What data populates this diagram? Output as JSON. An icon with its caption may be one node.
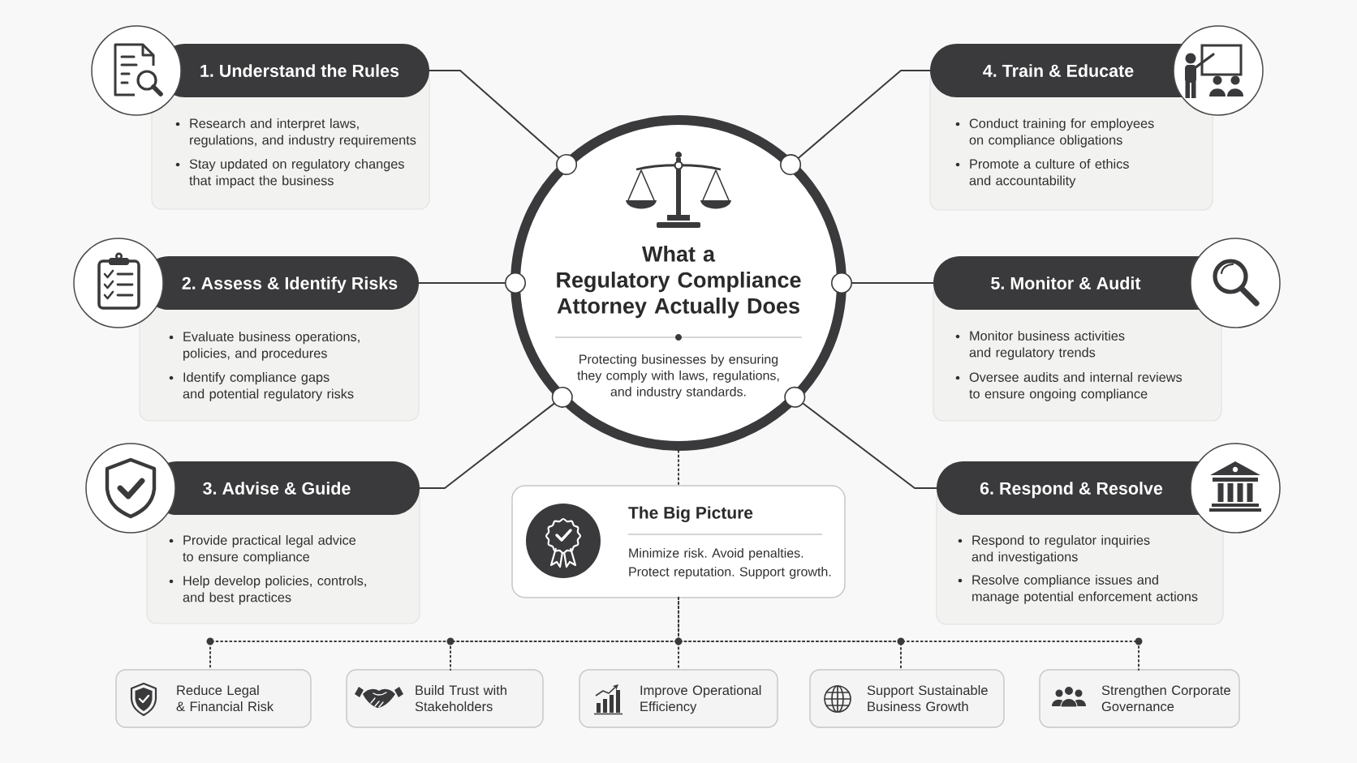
{
  "diagram": {
    "nodes": [
      {
        "text": [
          "What a Regulatory Compliance Attorney Actually Does",
          "Protecting businesses by ensuring they comply with laws, regulations, and industry standards."
        ]
      },
      {
        "text": [
          "1. Understand the Rules",
          "Research and interpret laws, regulations, and industry requirements",
          "Stay updated on regulatory changes that impact the business"
        ]
      },
      {
        "text": [
          "2. Assess & Identify Risks",
          "Evaluate business operations, policies, and procedures",
          "Identify compliance gaps and potential regulatory risks"
        ]
      },
      {
        "text": [
          "3. Advise & Guide",
          "Provide practical legal advice to ensure compliance",
          "Help develop policies, controls, and best practices"
        ]
      },
      {
        "text": [
          "4. Train & Educate",
          "Conduct training for employees on compliance obligations",
          "Promote a culture of ethics and accountability"
        ]
      },
      {
        "text": [
          "5. Monitor & Audit",
          "Monitor business activities and regulatory trends",
          "Oversee audits and internal reviews to ensure ongoing compliance"
        ]
      },
      {
        "text": [
          "6. Respond & Resolve",
          "Respond to regulator inquiries and investigations",
          "Resolve compliance issues and manage potential enforcement actions"
        ]
      },
      {
        "text": [
          "The Big Picture",
          "Minimize risk. Avoid penalties. Protect reputation. Support growth."
        ]
      },
      {
        "text": [
          "Reduce Legal & Financial Risk"
        ]
      },
      {
        "text": [
          "Build Trust with Stakeholders"
        ]
      },
      {
        "text": [
          "Improve Operational Efficiency"
        ]
      },
      {
        "text": [
          "Support Sustainable Business Growth"
        ]
      },
      {
        "text": [
          "Strengthen Corporate Governance"
        ]
      }
    ],
    "edges": [
      {
        "from": 1,
        "to": 0,
        "arrow": "other"
      },
      {
        "from": 2,
        "to": 0,
        "arrow": "other"
      },
      {
        "from": 3,
        "to": 0,
        "arrow": "other"
      },
      {
        "from": 4,
        "to": 0,
        "arrow": "other"
      },
      {
        "from": 5,
        "to": 0,
        "arrow": "other"
      },
      {
        "from": 6,
        "to": 0,
        "arrow": "other"
      },
      {
        "from": 0,
        "to": 7,
        "arrow": "none",
        "style": "dashed"
      },
      {
        "from": 7,
        "to": 8,
        "arrow": "none",
        "style": "dashed"
      },
      {
        "from": 7,
        "to": 9,
        "arrow": "none",
        "style": "dashed"
      },
      {
        "from": 7,
        "to": 10,
        "arrow": "none",
        "style": "dashed"
      },
      {
        "from": 7,
        "to": 11,
        "arrow": "none",
        "style": "dashed"
      },
      {
        "from": 7,
        "to": 12,
        "arrow": "none",
        "style": "dashed"
      }
    ]
  }
}
